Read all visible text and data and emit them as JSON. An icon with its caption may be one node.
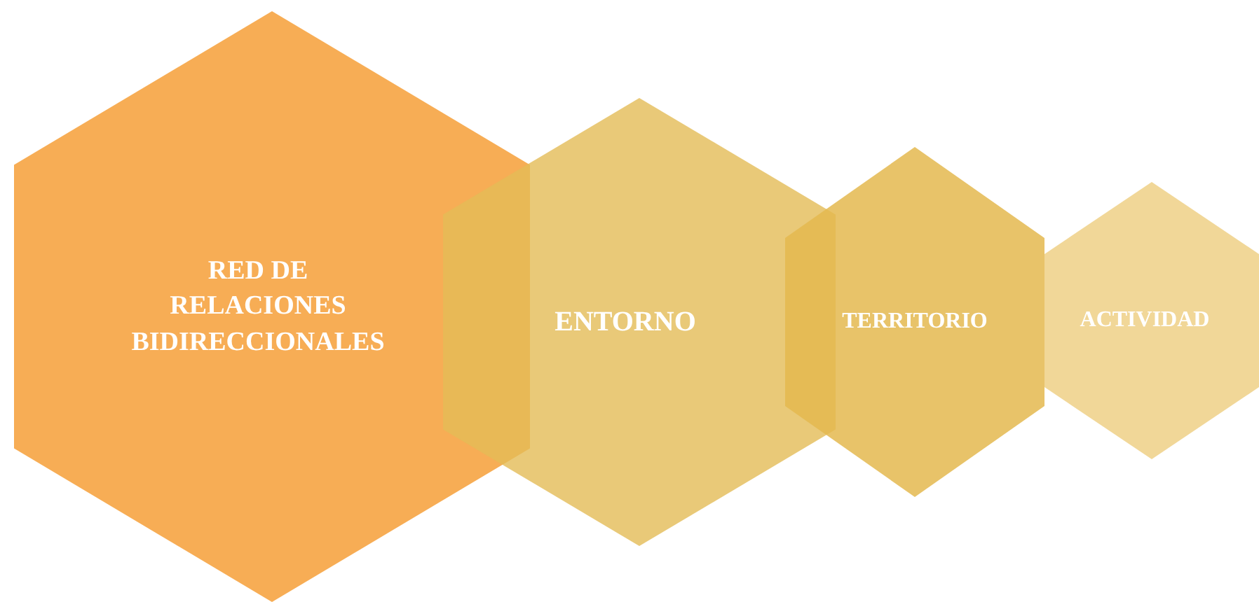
{
  "diagram": {
    "nodes": [
      {
        "text": [
          "RED DE RELACIONES BIDIRECCIONALES"
        ]
      },
      {
        "text": [
          "ENTORNO"
        ]
      },
      {
        "text": [
          "TERRITORIO"
        ]
      },
      {
        "text": [
          "ACTIVIDAD"
        ]
      }
    ]
  }
}
